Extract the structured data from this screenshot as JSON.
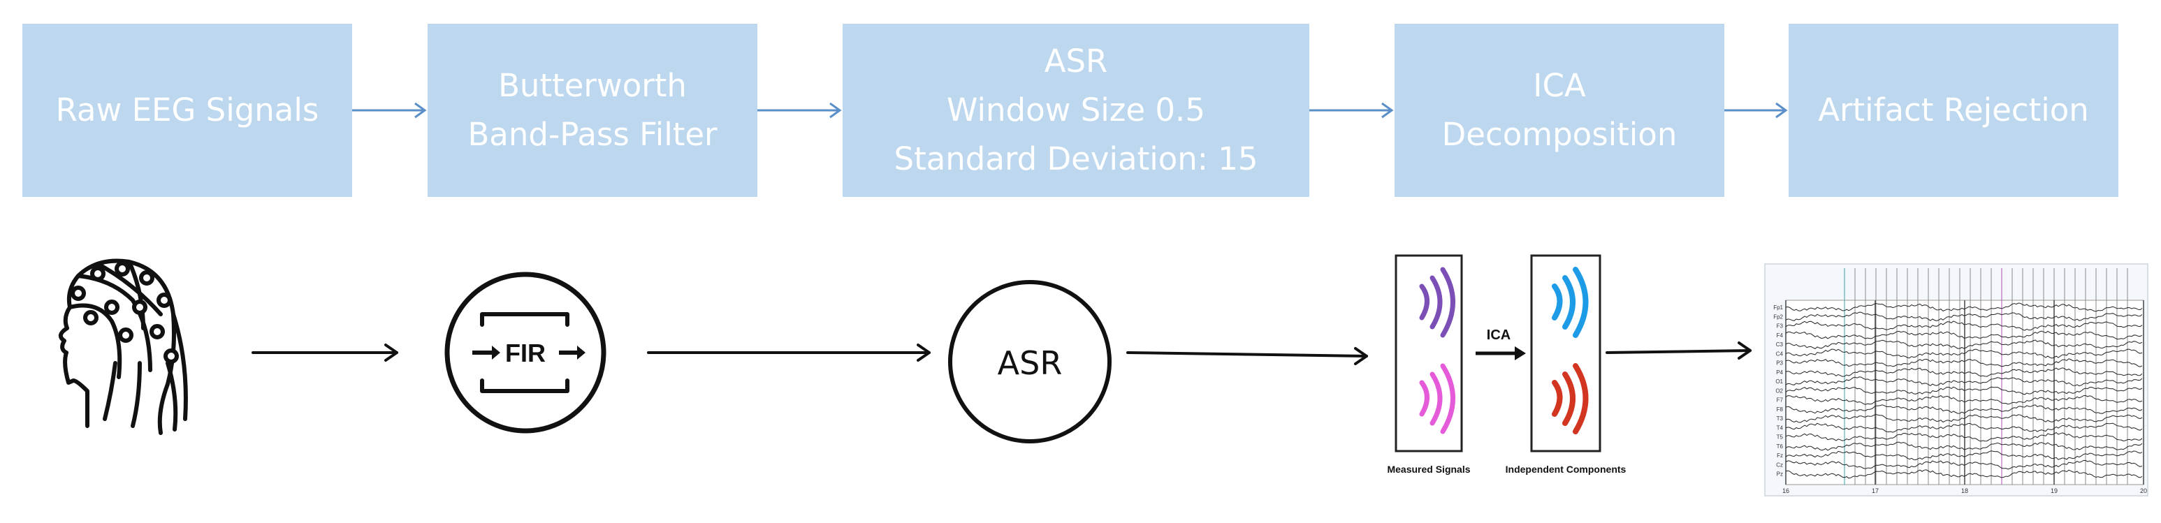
{
  "pipeline": {
    "steps": [
      {
        "lines": [
          "Raw EEG Signals"
        ]
      },
      {
        "lines": [
          "Butterworth",
          "Band-Pass Filter"
        ]
      },
      {
        "lines": [
          "ASR",
          "Window Size 0.5",
          "Standard Deviation: 15"
        ]
      },
      {
        "lines": [
          "ICA",
          "Decomposition"
        ]
      },
      {
        "lines": [
          "Artifact Rejection"
        ]
      }
    ]
  },
  "icons": {
    "fir_label": "FIR",
    "asr_label": "ASR",
    "ica_arrow_label": "ICA",
    "measured_caption": "Measured Signals",
    "independent_caption": "Independent Components"
  },
  "eeg_plot": {
    "channels": [
      "Fp1",
      "Fp2",
      "F3",
      "F4",
      "C3",
      "C4",
      "P3",
      "P4",
      "O1",
      "O2",
      "F7",
      "F8",
      "T3",
      "T4",
      "T5",
      "T6",
      "Fz",
      "Cz",
      "Pz"
    ],
    "time_ticks": [
      "16",
      "17",
      "18",
      "19",
      "20"
    ]
  },
  "colors": {
    "box_fill": "#bdd7ee",
    "box_text": "#ffffff",
    "connector": "#5b8fc7",
    "purple_wave": "#7b4fb5",
    "pink_wave": "#e45ad9",
    "blue_wave": "#1e9be6",
    "red_wave": "#d23520"
  }
}
